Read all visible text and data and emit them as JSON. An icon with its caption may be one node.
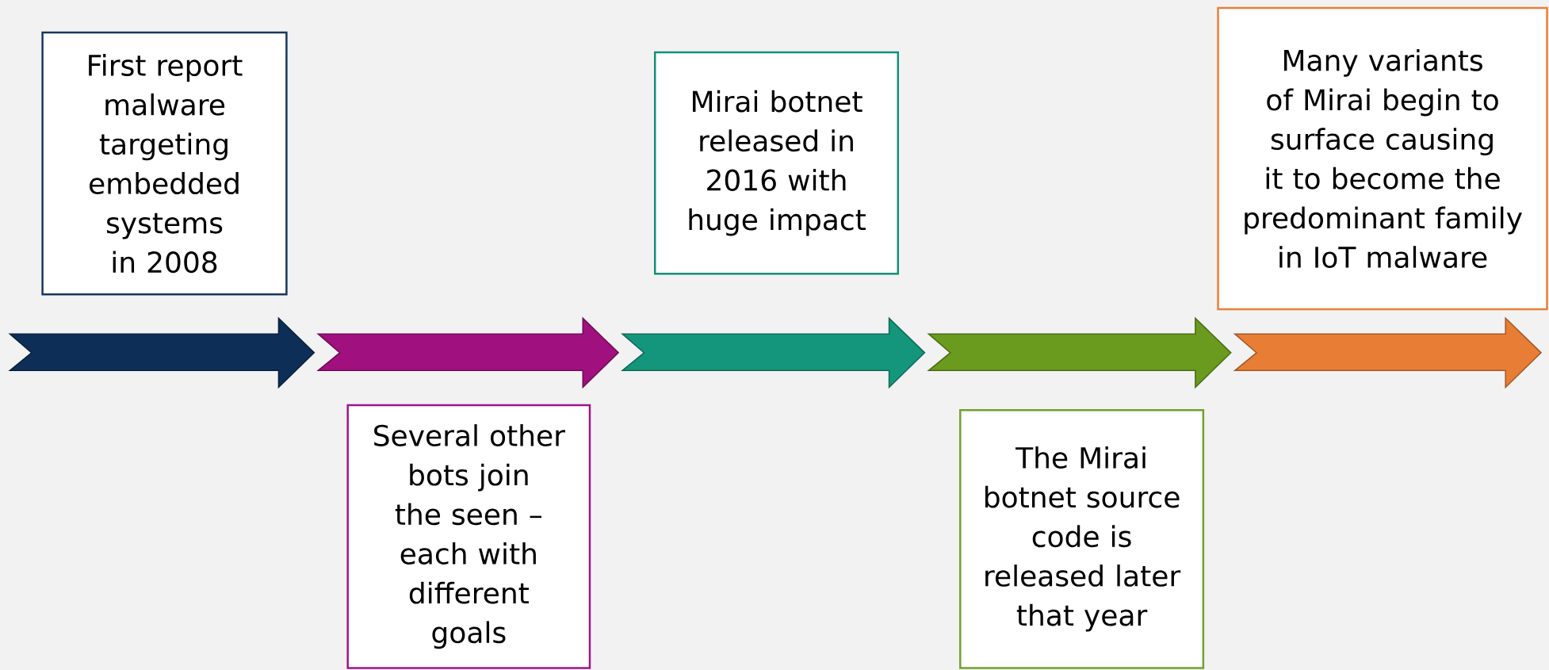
{
  "diagram": {
    "nodes": [
      {
        "text": [
          "First report malware targeting embedded systems in 2008"
        ]
      },
      {
        "text": [
          "Several other bots join the seen – each with different goals"
        ]
      },
      {
        "text": [
          "Mirai botnet released in 2016 with huge impact"
        ]
      },
      {
        "text": [
          "The Mirai botnet source code is released later that year"
        ]
      },
      {
        "text": [
          "Many variants of Mirai begin to surface causing it to become the predominant family in IoT malware"
        ]
      }
    ]
  }
}
